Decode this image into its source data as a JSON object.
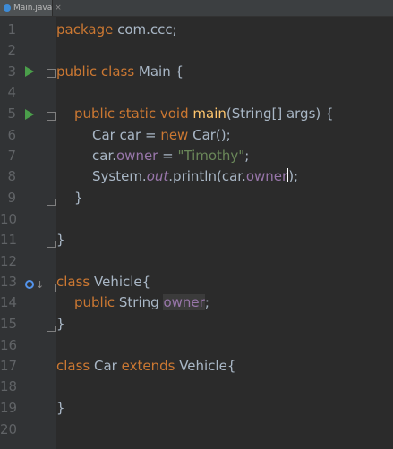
{
  "tab": {
    "label": "Main.java",
    "close": "×"
  },
  "gutter": {
    "line_numbers": [
      "1",
      "2",
      "3",
      "4",
      "5",
      "6",
      "7",
      "8",
      "9",
      "10",
      "11",
      "12",
      "13",
      "14",
      "15",
      "16",
      "17",
      "18",
      "19",
      "20"
    ]
  },
  "code": {
    "l1_kw": "package",
    "l1_rest": " com.ccc;",
    "l3_kw": "public class",
    "l3_rest": " Main {",
    "l5_kw": "public static void",
    "l5_fn": "main",
    "l5_rest": "(String[] args) {",
    "l6_a": "Car car = ",
    "l6_kw": "new",
    "l6_b": " Car();",
    "l7_a": "car.",
    "l7_field": "owner",
    "l7_b": " = ",
    "l7_str": "\"Timothy\"",
    "l7_c": ";",
    "l8_a": "System.",
    "l8_out": "out",
    "l8_b": ".println(car.",
    "l8_field": "owner",
    "l8_c": ");",
    "l9": "}",
    "l11": "}",
    "l13_kw": "class",
    "l13_rest": " Vehicle{",
    "l14_kw": "public",
    "l14_a": " String ",
    "l14_field": "owner",
    "l14_c": ";",
    "l15": "}",
    "l17_kw1": "class",
    "l17_a": " Car ",
    "l17_kw2": "extends",
    "l17_b": " Vehicle{",
    "l19": "}"
  },
  "colors": {
    "keyword": "#cc7832",
    "method": "#ffc66d",
    "field": "#9876aa",
    "string": "#6a8759",
    "text": "#a9b7c6",
    "background": "#2b2b2b",
    "gutter": "#313335"
  },
  "icons": {
    "run": "run-triangle-icon",
    "fold": "fold-icon",
    "implemented": "implemented-overridden-icon"
  }
}
